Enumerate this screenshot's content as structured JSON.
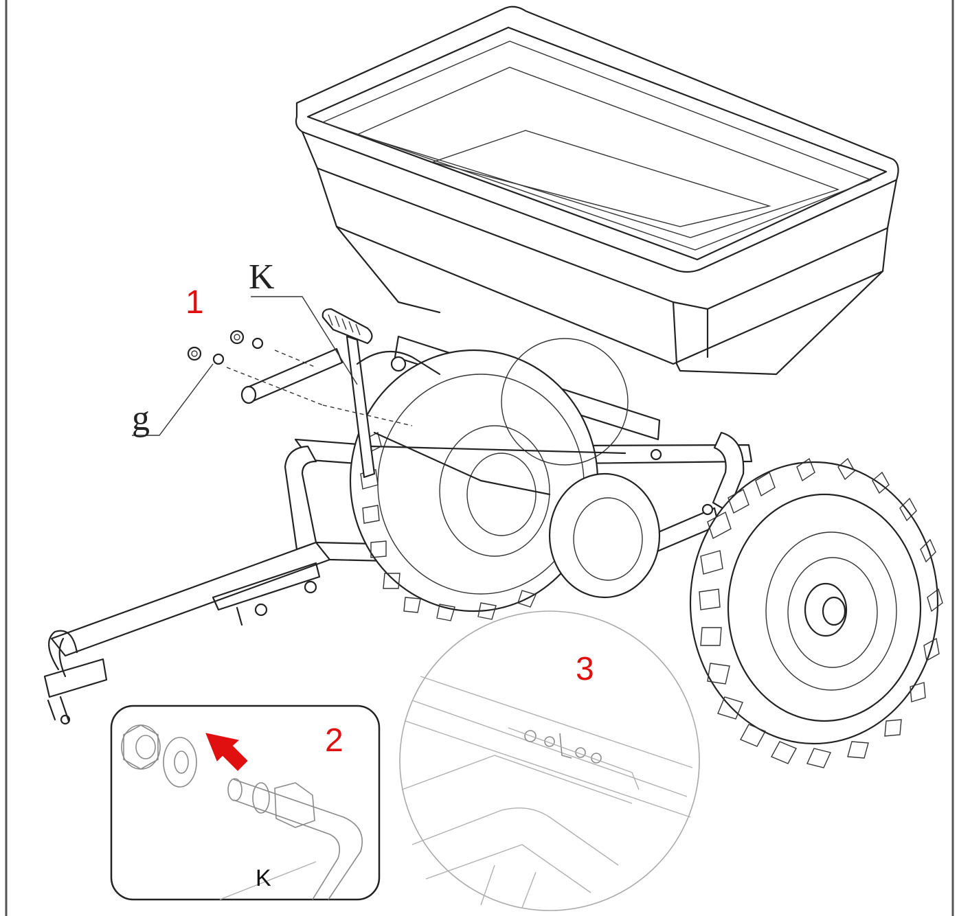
{
  "labels": {
    "step_1": "1",
    "step_2": "2",
    "step_3": "3",
    "part_k_top": "K",
    "part_g": "g",
    "part_k_inset": "K"
  },
  "colors": {
    "step_label": "#e01010",
    "arrow": "#e01010",
    "line": "#222222",
    "frame": "#555555"
  }
}
